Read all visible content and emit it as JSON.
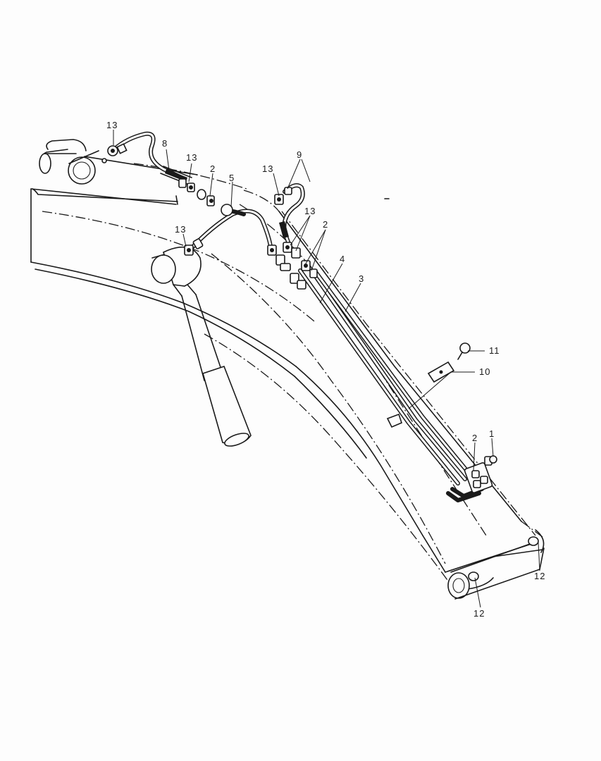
{
  "callouts": [
    {
      "id": "c13a",
      "text": "13"
    },
    {
      "id": "c8",
      "text": "8"
    },
    {
      "id": "c13b",
      "text": "13"
    },
    {
      "id": "c2a",
      "text": "2"
    },
    {
      "id": "c5",
      "text": "5"
    },
    {
      "id": "c13c",
      "text": "13"
    },
    {
      "id": "c9",
      "text": "9"
    },
    {
      "id": "c13d",
      "text": "13"
    },
    {
      "id": "c13e",
      "text": "13"
    },
    {
      "id": "c2b",
      "text": "2"
    },
    {
      "id": "c4",
      "text": "4"
    },
    {
      "id": "c3",
      "text": "3"
    },
    {
      "id": "c11",
      "text": "11"
    },
    {
      "id": "c10",
      "text": "10"
    },
    {
      "id": "c2c",
      "text": "2"
    },
    {
      "id": "c1",
      "text": "1"
    },
    {
      "id": "c12a",
      "text": "12"
    },
    {
      "id": "c12b",
      "text": "12"
    }
  ]
}
